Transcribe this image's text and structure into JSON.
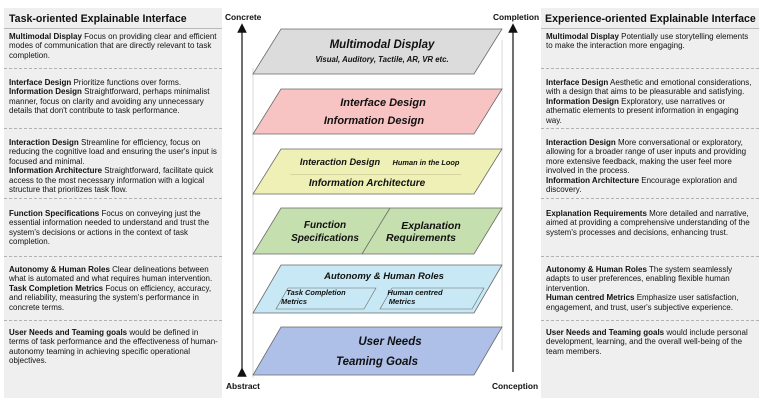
{
  "left": {
    "title": "Task-oriented Explainable Interface",
    "sections": [
      [
        {
          "term": "Multimodal Display",
          "text": " Focus on providing clear and efficient modes of communication that are directly relevant to task completion."
        }
      ],
      [
        {
          "term": "Interface Design",
          "text": " Prioritize functions over forms."
        },
        {
          "term": "Information Design",
          "text": " Straightforward, perhaps minimalist manner, focus on clarity and avoiding any unnecessary details that don't contribute to task performance."
        }
      ],
      [
        {
          "term": "Interaction Design",
          "text": " Streamline for efficiency, focus on reducing the cognitive load and ensuring the user's input is focused and minimal."
        },
        {
          "term": "Information Architecture",
          "text": " Straightforward, facilitate quick access to the most necessary information with a logical structure that prioritizes task flow."
        }
      ],
      [
        {
          "term": "Function Specifications",
          "text": " Focus on conveying just the essential information needed to understand and trust the system's decisions or actions in the context of task completion."
        }
      ],
      [
        {
          "term": "Autonomy & Human Roles",
          "text": " Clear delineations between what is automated and what requires human intervention."
        },
        {
          "term": "Task Completion Metrics",
          "text": " Focus on efficiency, accuracy, and reliability, measuring the system's performance in concrete terms."
        }
      ],
      [
        {
          "term": "User Needs and Teaming goals",
          "text": " would be defined in terms of task performance and the effectiveness of human-autonomy teaming in achieving specific operational objectives."
        }
      ]
    ]
  },
  "right": {
    "title": "Experience-oriented Explainable Interface",
    "sections": [
      [
        {
          "term": "Multimodal Display",
          "text": " Potentially use storytelling elements to make the interaction more engaging."
        }
      ],
      [
        {
          "term": "Interface Design",
          "text": " Aesthetic and emotional considerations, with a design that aims to be pleasurable and satisfying."
        },
        {
          "term": "Information Design",
          "text": " Exploratory, use narratives or athematic elements to present information in engaging way."
        }
      ],
      [
        {
          "term": "Interaction Design",
          "text": " More conversational or exploratory, allowing for a broader range of user inputs and providing more extensive feedback, making the user feel more involved in the process."
        },
        {
          "term": "Information Architecture",
          "text": " Encourage exploration and discovery."
        }
      ],
      [
        {
          "term": "Explanation Requirements",
          "text": " More detailed and narrative, aimed at providing a comprehensive understanding of the system's processes and decisions, enhancing trust."
        }
      ],
      [
        {
          "term": "Autonomy & Human Roles",
          "text": " The system seamlessly adapts to user preferences, enabling flexible human intervention."
        },
        {
          "term": "Human centred Metrics",
          "text": " Emphasize user satisfaction, engagement, and trust, user's subjective experience."
        }
      ],
      [
        {
          "term": "User Needs and Teaming goals",
          "text": " would include personal development, learning, and the overall well-being of the team members."
        }
      ]
    ]
  },
  "axes": {
    "left_top": "Concrete",
    "left_bottom": "Abstract",
    "right_top": "Completion",
    "right_bottom": "Conception"
  },
  "layers": [
    {
      "id": "multimodal",
      "fill": "#dcdcdc",
      "lines": [
        "Multimodal Display",
        "Visual, Auditory, Tactile, AR, VR etc."
      ]
    },
    {
      "id": "interface",
      "fill": "#f7c3c3",
      "lines": [
        "Interface Design",
        "Information Design"
      ]
    },
    {
      "id": "interaction",
      "fill": "#eef0b6",
      "lines": [
        "Interaction Design",
        "Human in the Loop",
        "Information  Architecture"
      ]
    },
    {
      "id": "function",
      "fill": "#c5dfae",
      "lines": [
        "Function",
        "Specifications",
        "Explanation",
        "Requirements"
      ]
    },
    {
      "id": "autonomy",
      "fill": "#c7e8f4",
      "lines": [
        "Autonomy & Human Roles",
        "Task Completion",
        "Metrics",
        "Human centred",
        "Metrics"
      ]
    },
    {
      "id": "userneeds",
      "fill": "#aebfe8",
      "lines": [
        "User Needs",
        "Teaming Goals"
      ]
    }
  ]
}
